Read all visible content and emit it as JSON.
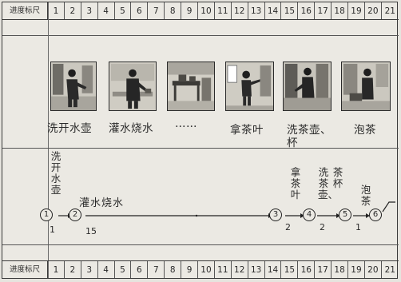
{
  "ruler": {
    "label": "进度标尺",
    "ticks": [
      "1",
      "2",
      "3",
      "4",
      "5",
      "6",
      "7",
      "8",
      "9",
      "10",
      "11",
      "12",
      "13",
      "14",
      "15",
      "16",
      "17",
      "18",
      "19",
      "20",
      "21"
    ]
  },
  "pictures": [
    {
      "name": "washing-kettle"
    },
    {
      "name": "filling-and-boiling-water"
    },
    {
      "name": "waiting-scene"
    },
    {
      "name": "getting-tea-leaves"
    },
    {
      "name": "washing-cups"
    },
    {
      "name": "making-tea"
    }
  ],
  "captions": {
    "c1": "洗开水壶",
    "c2": "灌水烧水",
    "c3": "……",
    "c4": "拿茶叶",
    "c5a": "洗茶壶、",
    "c5b": "杯",
    "c6": "泡茶"
  },
  "diagram": {
    "t1": "洗开水壶",
    "t2": "灌水烧水",
    "t3": "拿茶叶",
    "t4": "洗茶壶、",
    "t4b": "茶杯",
    "t5": "泡茶",
    "nodes": [
      "1",
      "2",
      "3",
      "4",
      "5",
      "6"
    ],
    "d1": "1",
    "d2": "15",
    "d3": "2",
    "d4": "2",
    "d5": "1"
  }
}
